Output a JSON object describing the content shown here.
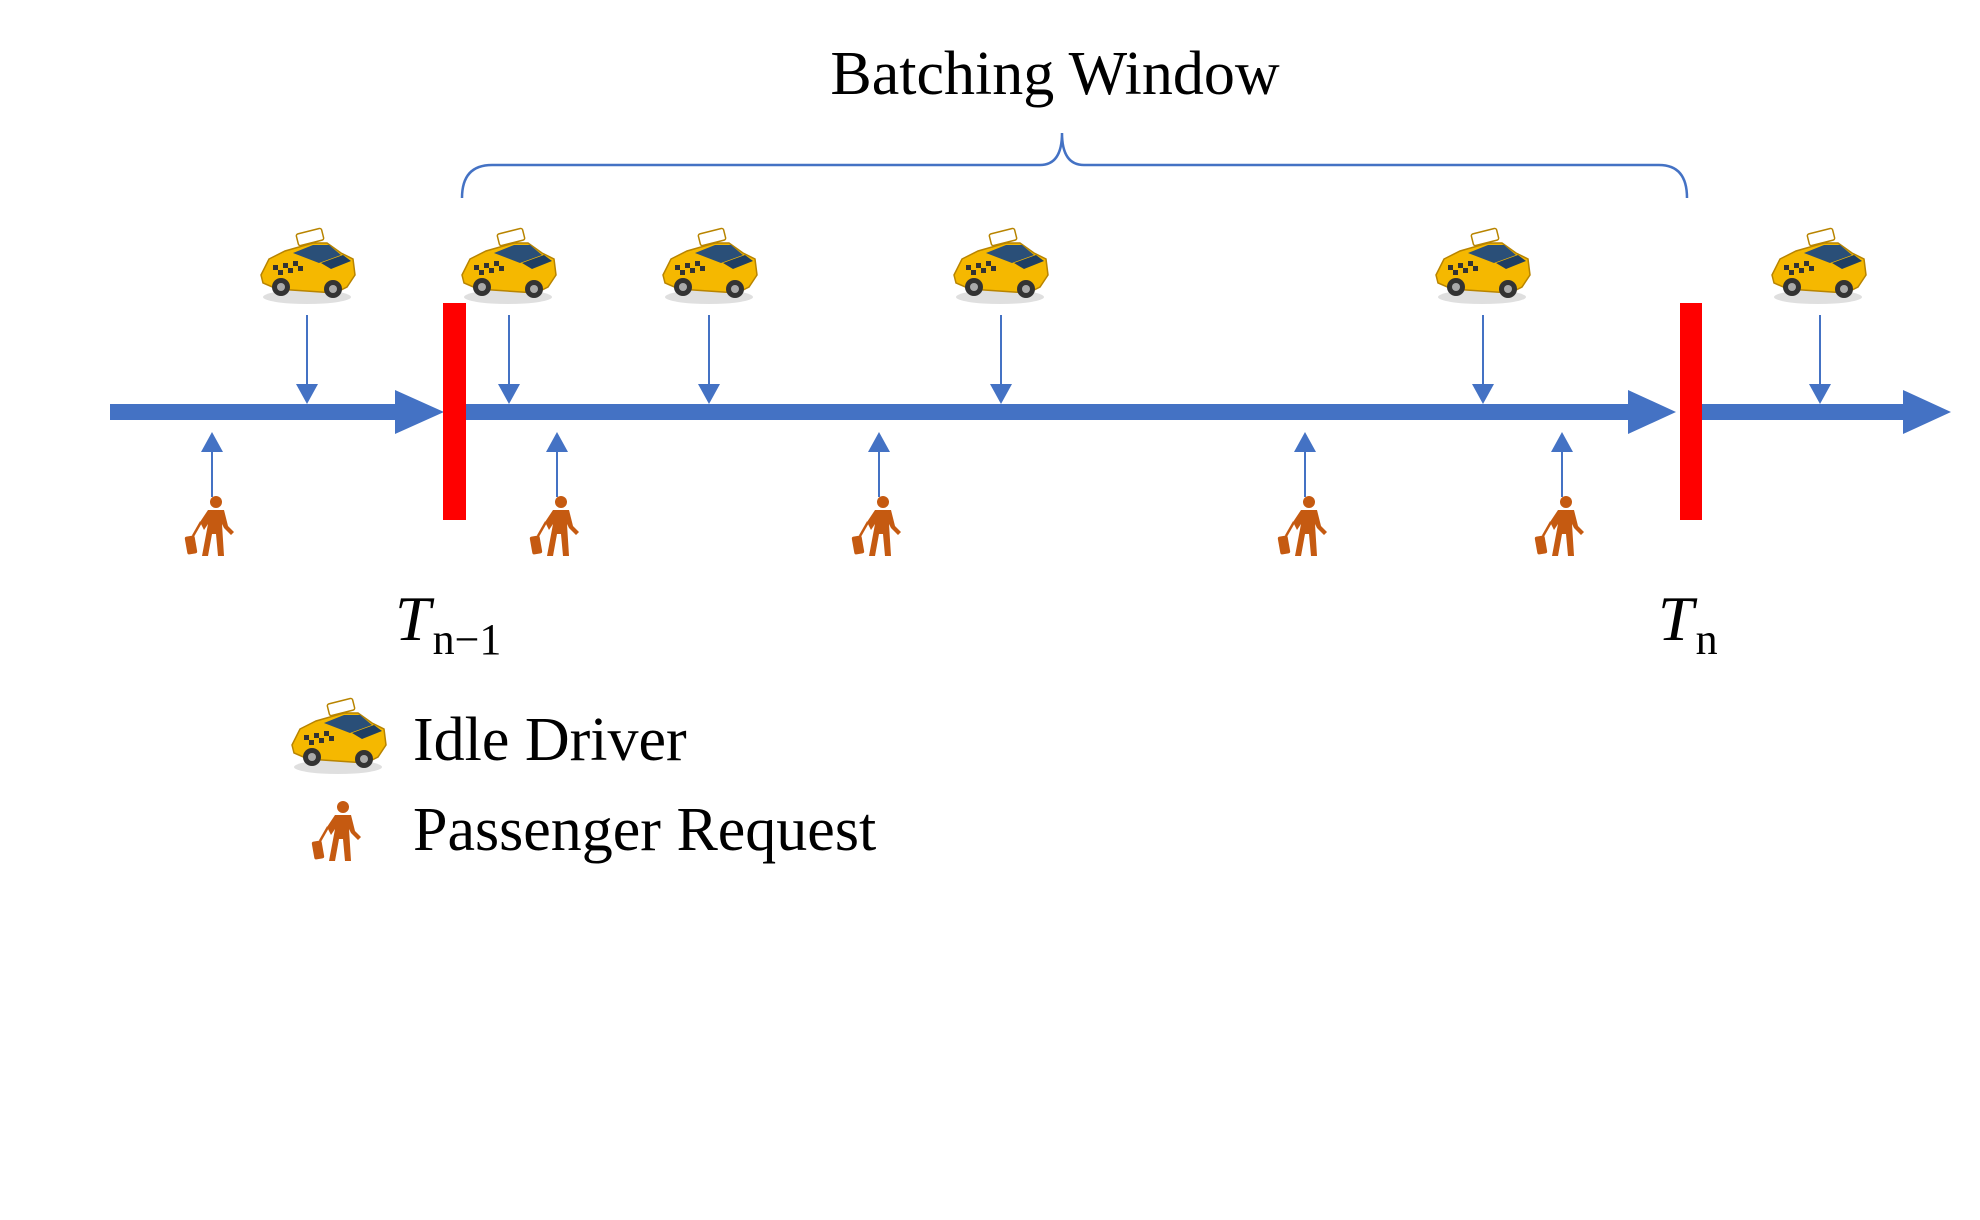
{
  "diagram": {
    "title": "Batching Window",
    "boundaries": [
      {
        "var": "T",
        "sub": "n−1"
      },
      {
        "var": "T",
        "sub": "n"
      }
    ],
    "legend": [
      {
        "icon": "taxi-icon",
        "label": "Idle Driver"
      },
      {
        "icon": "passenger-icon",
        "label": "Passenger Request"
      }
    ],
    "idle_driver_count": 6,
    "passenger_request_count": 5,
    "colors": {
      "timeline": "#4472C4",
      "boundary": "#FF0000",
      "taxi_body": "#F5B800",
      "passenger": "#C55A11"
    }
  }
}
